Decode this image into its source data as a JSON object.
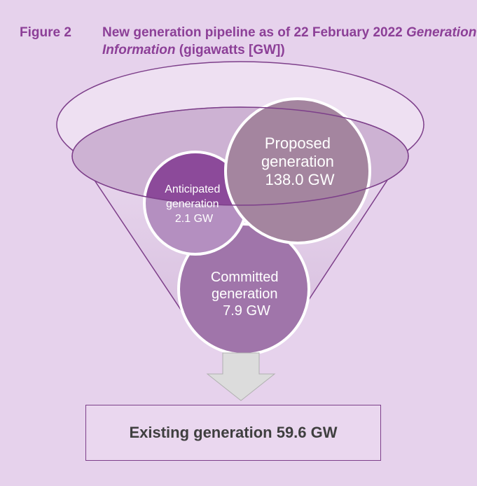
{
  "caption": {
    "label": "Figure 2",
    "title_part1": "New generation pipeline as of 22 February 2022 ",
    "title_italic": "Generation Information",
    "title_part2": " (gigawatts [GW])"
  },
  "pipeline": {
    "proposed": {
      "line1": "Proposed",
      "line2": "generation",
      "line3": "138.0 GW"
    },
    "anticipated": {
      "line1": "Anticipated",
      "line2": "generation",
      "line3": "2.1 GW"
    },
    "committed": {
      "line1": "Committed",
      "line2": "generation",
      "line3": "7.9 GW"
    },
    "existing": {
      "label": "Existing generation 59.6 GW"
    }
  },
  "colors": {
    "background": "#e6d2ec",
    "caption": "#8c3f97",
    "funnel_outline": "#7d3f8a",
    "proposed_fill": "#a4859f",
    "anticipated_fill": "#b48fc0",
    "anticipated_top_fill": "#8c4a9a",
    "committed_fill": "#a075aa",
    "arrow_fill": "#dcdcdc"
  }
}
